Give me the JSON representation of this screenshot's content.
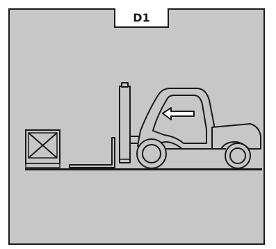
{
  "panel": {
    "label": "D1",
    "background_color": "#c7c7c7",
    "line_color": "#1a1a1a"
  },
  "illustration": {
    "subject": "forklift",
    "icons": [
      "forklift-icon",
      "crate-icon",
      "arrow-left-icon",
      "ground-line"
    ]
  }
}
